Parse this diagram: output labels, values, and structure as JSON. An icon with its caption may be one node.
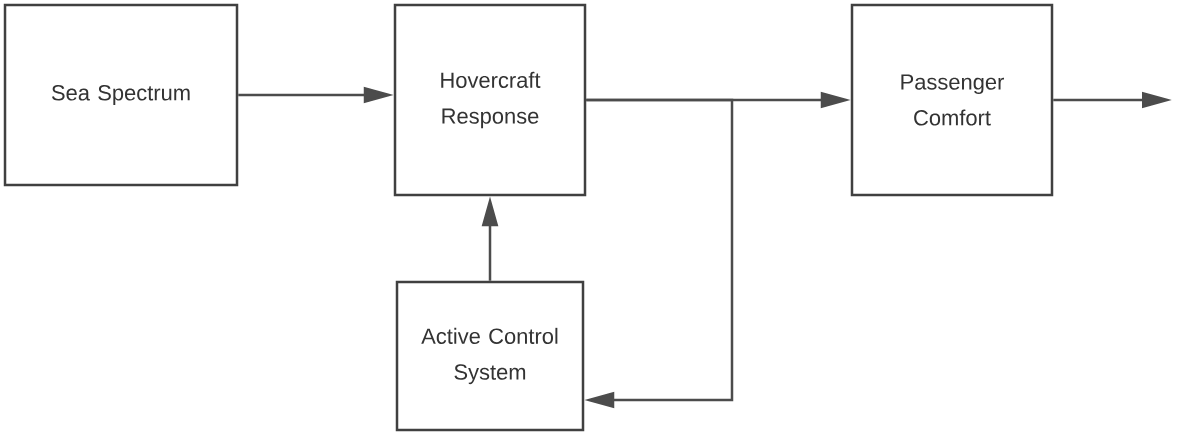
{
  "diagram": {
    "nodes": [
      {
        "text": [
          "Sea Spectrum"
        ]
      },
      {
        "text": [
          "Hovercraft Response"
        ]
      },
      {
        "text": [
          "Passenger Comfort"
        ]
      },
      {
        "text": [
          "Active Control System"
        ]
      }
    ],
    "edges": [
      {
        "from": 0,
        "to": 1,
        "arrow": "to"
      },
      {
        "from": 1,
        "to": 2,
        "arrow": "to"
      },
      {
        "from": 1,
        "to": 3,
        "arrow": "to"
      },
      {
        "from": 3,
        "to": 1,
        "arrow": "to"
      },
      {
        "from": 2,
        "to": null,
        "arrow": "to"
      }
    ]
  }
}
